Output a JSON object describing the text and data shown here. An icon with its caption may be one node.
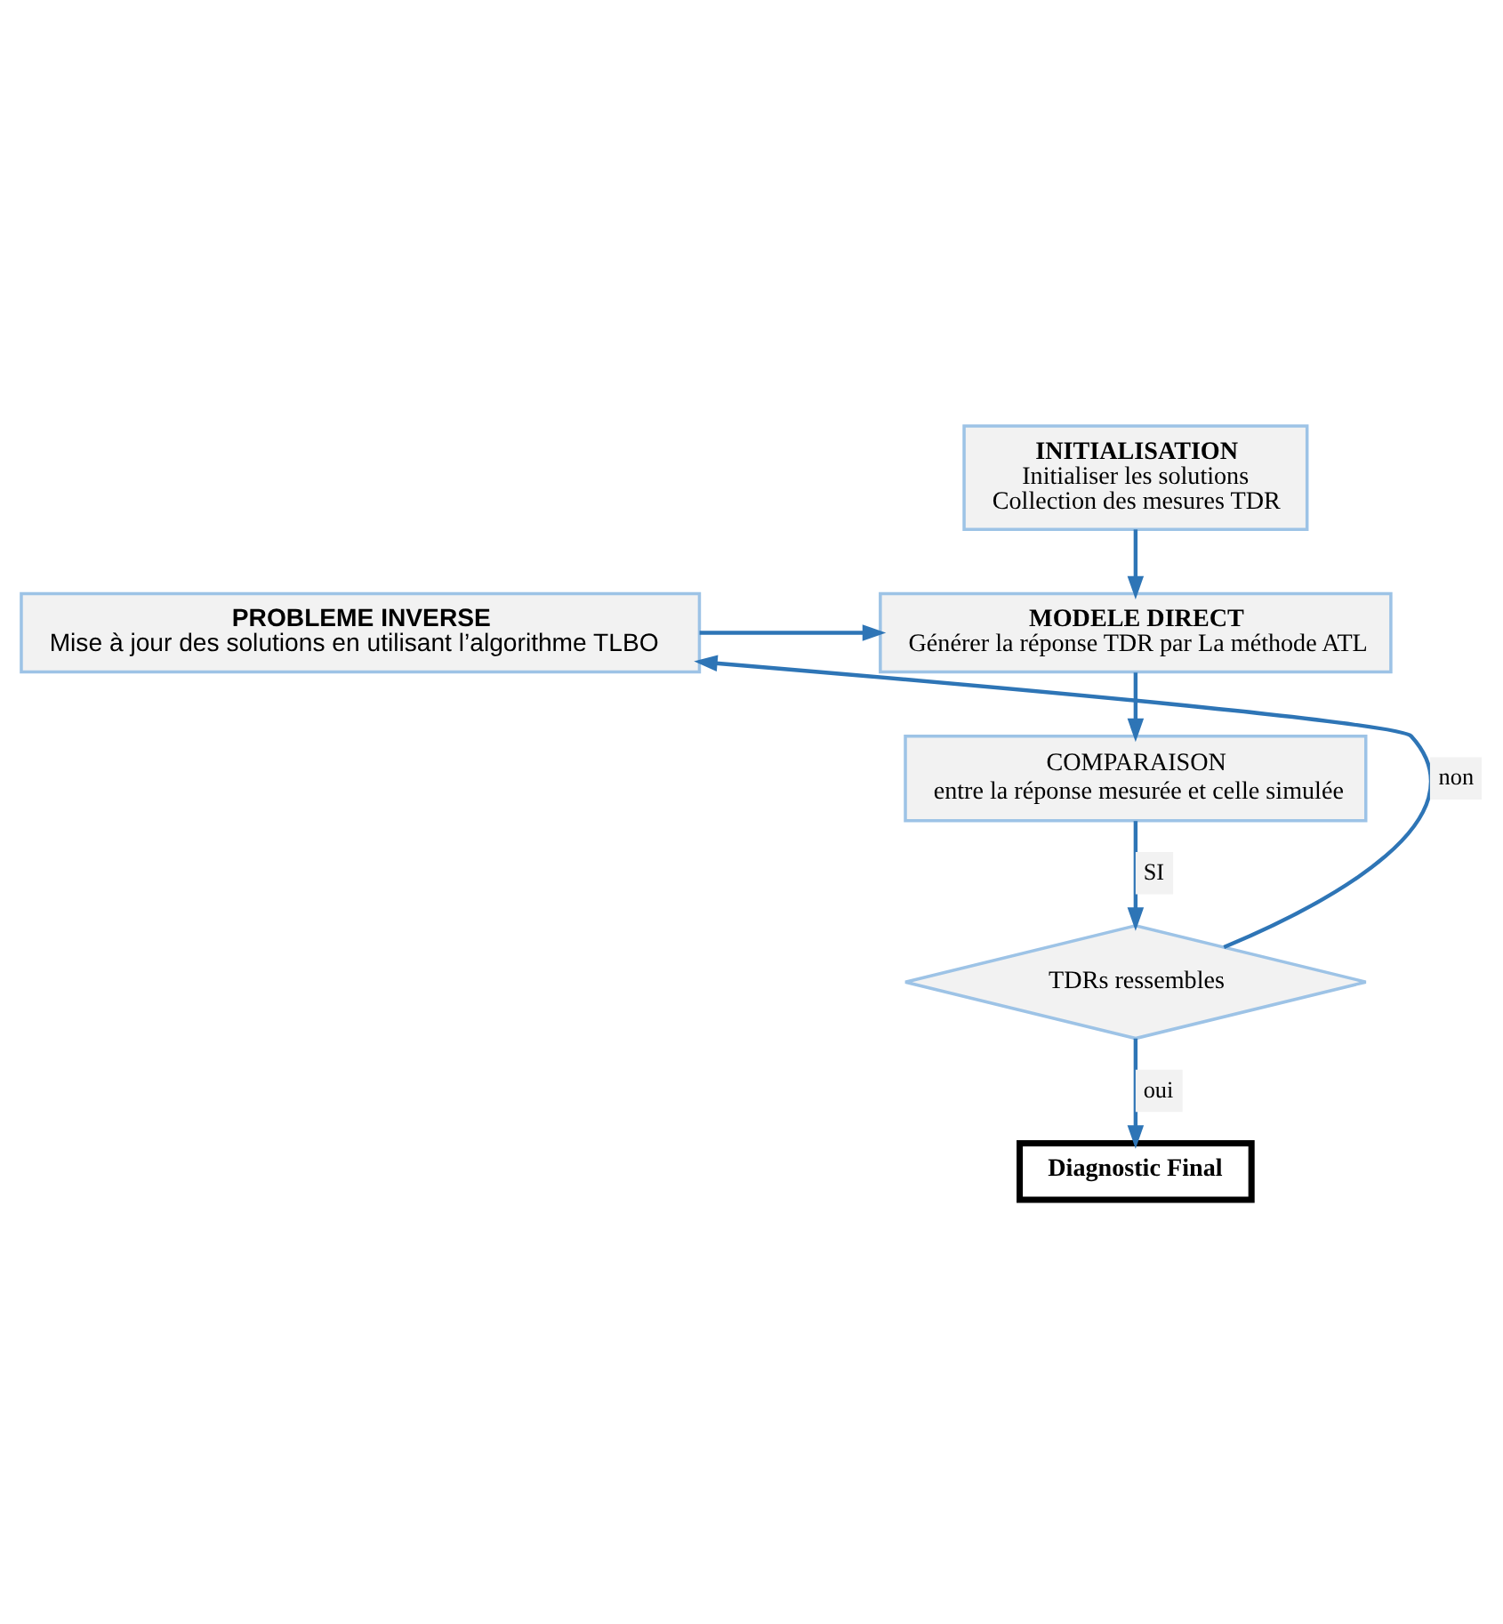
{
  "diagram": {
    "nodes": [
      {
        "text": [
          "INITIALISATION",
          "Initialiser les solutions",
          "Collection des mesures TDR"
        ]
      },
      {
        "text": [
          "PROBLEME INVERSE",
          "Mise à jour des solutions en utilisant l’algorithme TLBO"
        ]
      },
      {
        "text": [
          "MODELE DIRECT",
          "Générer la réponse TDR par La méthode ATL"
        ]
      },
      {
        "text": [
          "COMPARAISON",
          "entre la réponse mesurée et celle simulée"
        ]
      },
      {
        "text": [
          "TDRs ressembles"
        ]
      },
      {
        "text": [
          "Diagnostic Final"
        ]
      }
    ],
    "edges": [
      {
        "from": 0,
        "to": 2,
        "arrow": "to"
      },
      {
        "from": 1,
        "to": 2,
        "arrow": "to"
      },
      {
        "from": 2,
        "to": 3,
        "arrow": "to"
      },
      {
        "from": 3,
        "to": 4,
        "label": "SI",
        "arrow": "to"
      },
      {
        "from": 4,
        "to": 1,
        "label": "non",
        "arrow": "to"
      },
      {
        "from": 4,
        "to": 5,
        "label": "oui",
        "arrow": "to"
      }
    ]
  }
}
